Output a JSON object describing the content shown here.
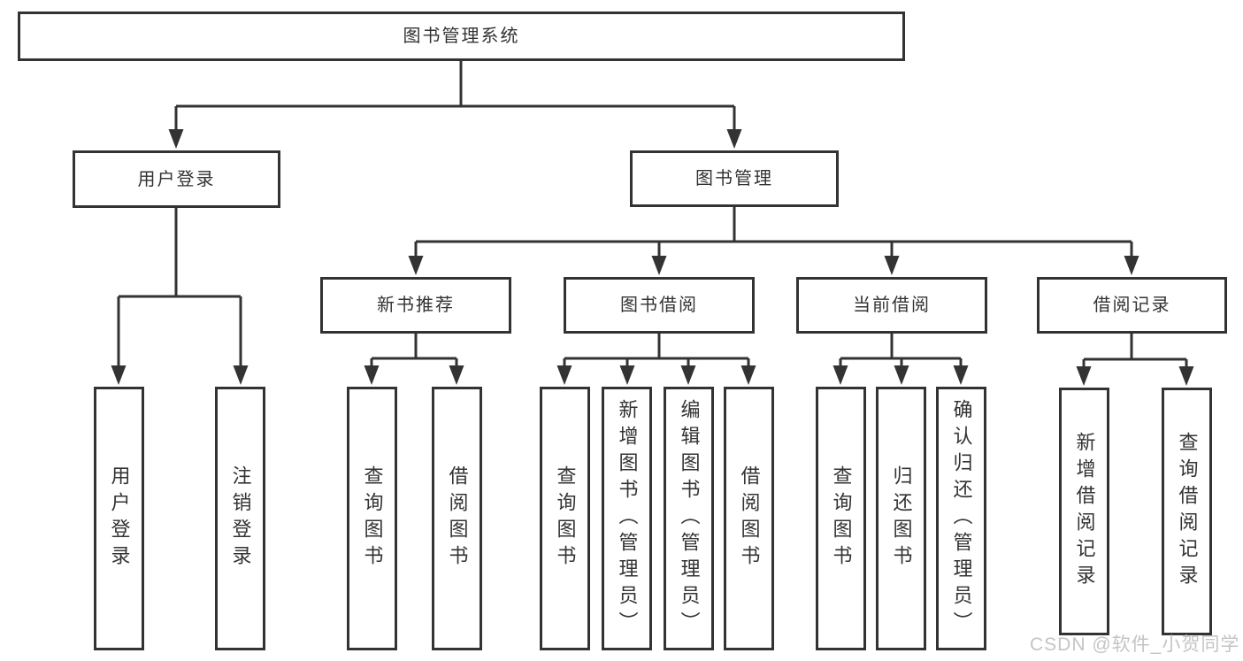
{
  "diagram_type": "hierarchy-structure-chart",
  "colors": {
    "line": "#333333",
    "text": "#333333",
    "box_fill": "#ffffff",
    "background": "#ffffff",
    "watermark": "#c2c4c6"
  },
  "tree": {
    "label": "图书管理系统",
    "children": [
      {
        "label": "用户登录",
        "children": [
          {
            "label": "用户登录"
          },
          {
            "label": "注销登录"
          }
        ]
      },
      {
        "label": "图书管理",
        "children": [
          {
            "label": "新书推荐",
            "children": [
              {
                "label": "查询图书"
              },
              {
                "label": "借阅图书"
              }
            ]
          },
          {
            "label": "图书借阅",
            "children": [
              {
                "label": "查询图书"
              },
              {
                "label": "新增图书（管理员）"
              },
              {
                "label": "编辑图书（管理员）"
              },
              {
                "label": "借阅图书"
              }
            ]
          },
          {
            "label": "当前借阅",
            "children": [
              {
                "label": "查询图书"
              },
              {
                "label": "归还图书"
              },
              {
                "label": "确认归还（管理员）"
              }
            ]
          },
          {
            "label": "借阅记录",
            "children": [
              {
                "label": "新增借阅记录"
              },
              {
                "label": "查询借阅记录"
              }
            ]
          }
        ]
      }
    ]
  },
  "watermark": {
    "text": "CSDN @软件_小贺同学"
  }
}
